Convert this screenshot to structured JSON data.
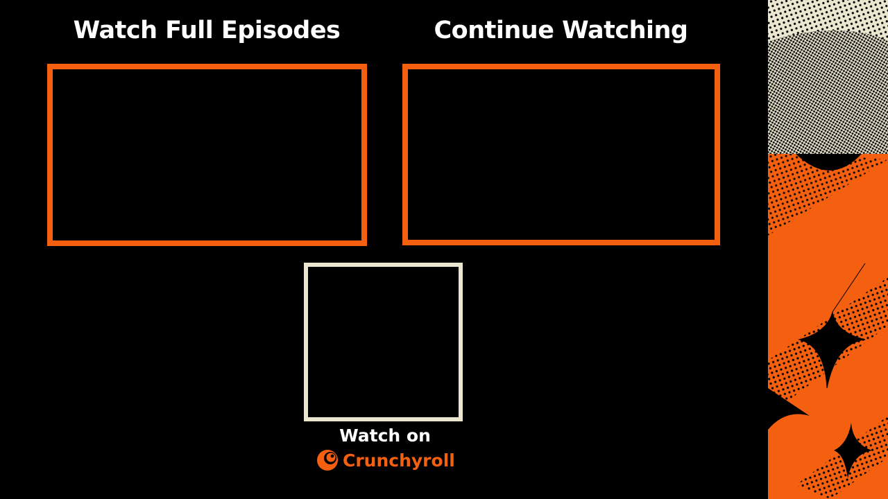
{
  "endscreen": {
    "left_title": "Watch Full Episodes",
    "right_title": "Continue Watching",
    "watch_on": "Watch on",
    "brand": "Crunchyroll"
  },
  "colors": {
    "accent": "#f4600f",
    "cream": "#ebe6cf",
    "background": "#000000"
  }
}
